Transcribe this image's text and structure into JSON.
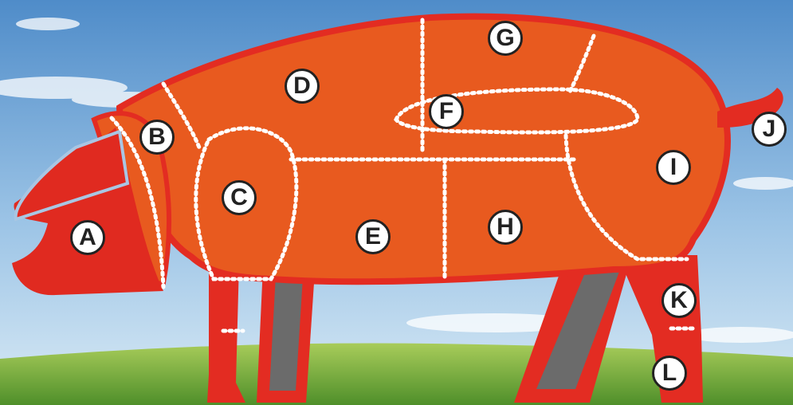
{
  "diagram": {
    "colors": {
      "sky_top": "#4f8cc9",
      "sky_bottom": "#cfe3f2",
      "grass_top": "#a8cc5a",
      "grass_bottom": "#4f8f2a",
      "pig_body": "#e85a1f",
      "pig_outline": "#e32c22",
      "head": "#e02a20",
      "legs_inner": "#6b6b6b",
      "cut_lines": "#ffffff"
    },
    "labels": [
      {
        "id": "A",
        "text": "A"
      },
      {
        "id": "B",
        "text": "B"
      },
      {
        "id": "C",
        "text": "C"
      },
      {
        "id": "D",
        "text": "D"
      },
      {
        "id": "E",
        "text": "E"
      },
      {
        "id": "F",
        "text": "F"
      },
      {
        "id": "G",
        "text": "G"
      },
      {
        "id": "H",
        "text": "H"
      },
      {
        "id": "I",
        "text": "I"
      },
      {
        "id": "J",
        "text": "J"
      },
      {
        "id": "K",
        "text": "K"
      },
      {
        "id": "L",
        "text": "L"
      }
    ]
  }
}
